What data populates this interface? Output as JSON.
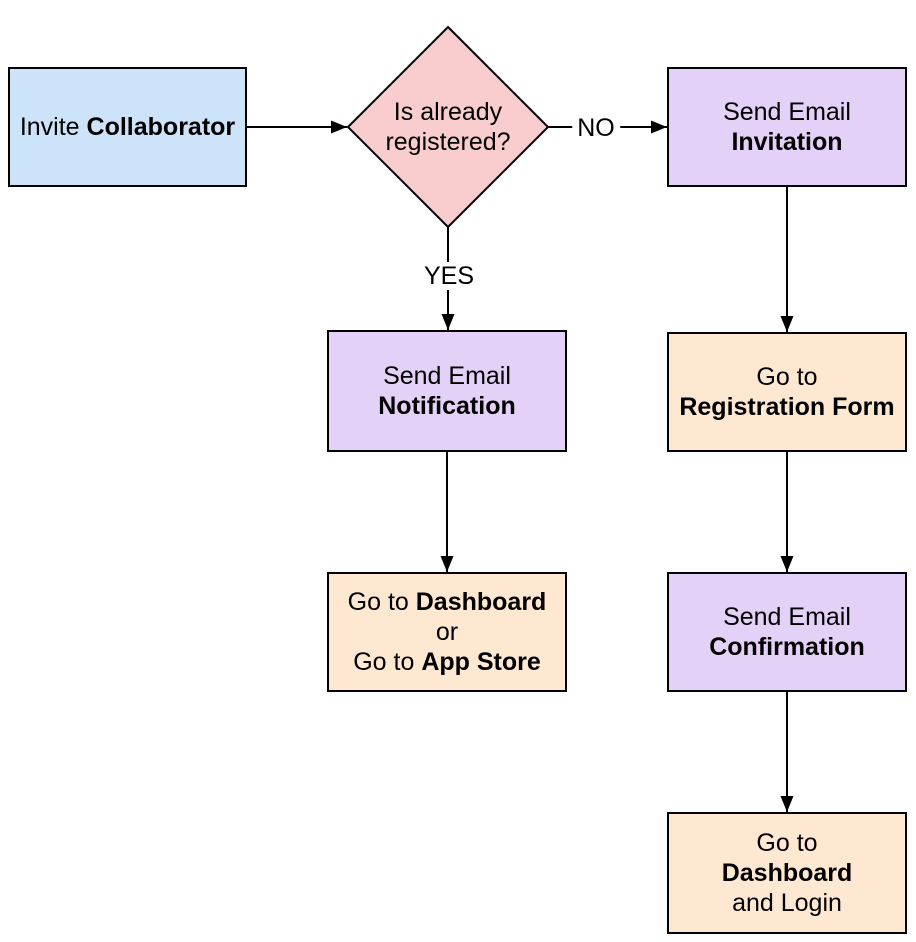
{
  "colors": {
    "background": "#ffffff",
    "node_border": "#000000",
    "arrow": "#000000",
    "text": "#000000",
    "blue_fill": "#cce3f9",
    "pink_fill": "#f9cdcd",
    "purple_fill": "#e3d1f7",
    "orange_fill": "#ffe8d2"
  },
  "nodes": {
    "invite": {
      "prefix": "Invite ",
      "bold": "Collaborator"
    },
    "decision": {
      "line1": "Is already",
      "line2": "registered?"
    },
    "invitation": {
      "line1": "Send Email",
      "bold": "Invitation"
    },
    "notification": {
      "line1": "Send Email",
      "bold": "Notification"
    },
    "dashboard_or_appstore": {
      "l1_prefix": "Go to ",
      "l1_bold": "Dashboard",
      "l2": "or",
      "l3_prefix": "Go to ",
      "l3_bold": "App Store"
    },
    "registration": {
      "line1": "Go to",
      "bold": "Registration Form"
    },
    "confirmation": {
      "line1": "Send Email",
      "bold": "Confirmation"
    },
    "dashboard_login": {
      "line1": "Go to",
      "bold": "Dashboard",
      "line3": "and Login"
    }
  },
  "edge_labels": {
    "no": "NO",
    "yes": "YES"
  }
}
